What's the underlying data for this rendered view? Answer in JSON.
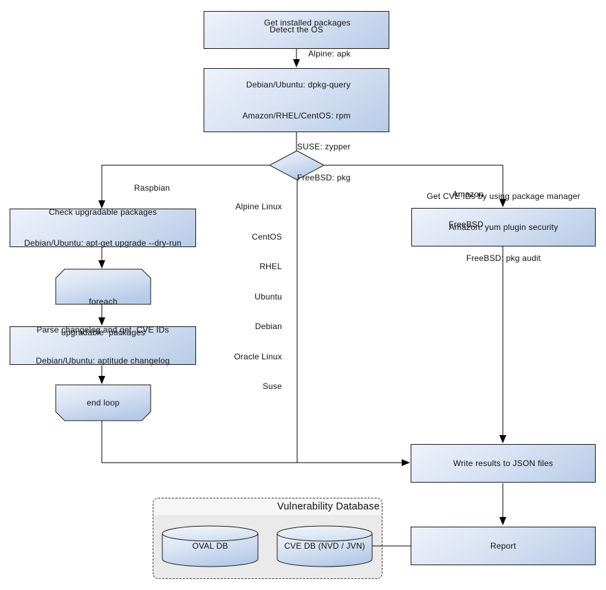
{
  "palette": {
    "node_fill_light": "#eef2fa",
    "node_fill_dark": "#b7cbe7",
    "node_border": "#1c1c1c",
    "connector": "#000000",
    "container_body": "#eaeaea",
    "container_title_bg": "#f6f6f6",
    "text": "#111111",
    "background": "#ffffff"
  },
  "container": {
    "title": "Vulnerability Database"
  },
  "nodes": {
    "detect_os": {
      "label": "Detect the OS"
    },
    "get_installed_packages": {
      "lines": [
        "Get installed packages",
        "Alpine: apk",
        "Debian/Ubuntu: dpkg-query",
        "Amazon/RHEL/CentOS: rpm",
        "SUSE: zypper",
        "FreeBSD: pkg"
      ]
    },
    "check_upgradable": {
      "lines": [
        "Check upgradable packages",
        "Debian/Ubuntu: apt-get upgrade --dry-run"
      ]
    },
    "foreach_loop": {
      "lines": [
        "foreach",
        "upgradable  packages"
      ]
    },
    "parse_changelog": {
      "lines": [
        "Parse changelog and get  CVE IDs",
        "Debian/Ubuntu: aptitude changelog"
      ]
    },
    "end_loop": {
      "label": "end loop"
    },
    "get_cve_ids": {
      "lines": [
        "Get CVE IDs by using package manager",
        "Amazon: yum plugin security",
        "FreeBSD: pkg audit"
      ]
    },
    "write_json": {
      "label": "Write results to JSON files"
    },
    "report": {
      "label": "Report"
    },
    "oval_db": {
      "label": "OVAL DB"
    },
    "cve_db": {
      "label": "CVE DB (NVD / JVN)"
    }
  },
  "edge_labels": {
    "raspbian": "Raspbian",
    "os_list": [
      "Alpine Linux",
      "CentOS",
      "RHEL",
      "Ubuntu",
      "Debian",
      "Oracle Linux",
      "Suse"
    ],
    "amazon_freebsd": [
      "Amazon",
      "FreeBSD"
    ]
  }
}
